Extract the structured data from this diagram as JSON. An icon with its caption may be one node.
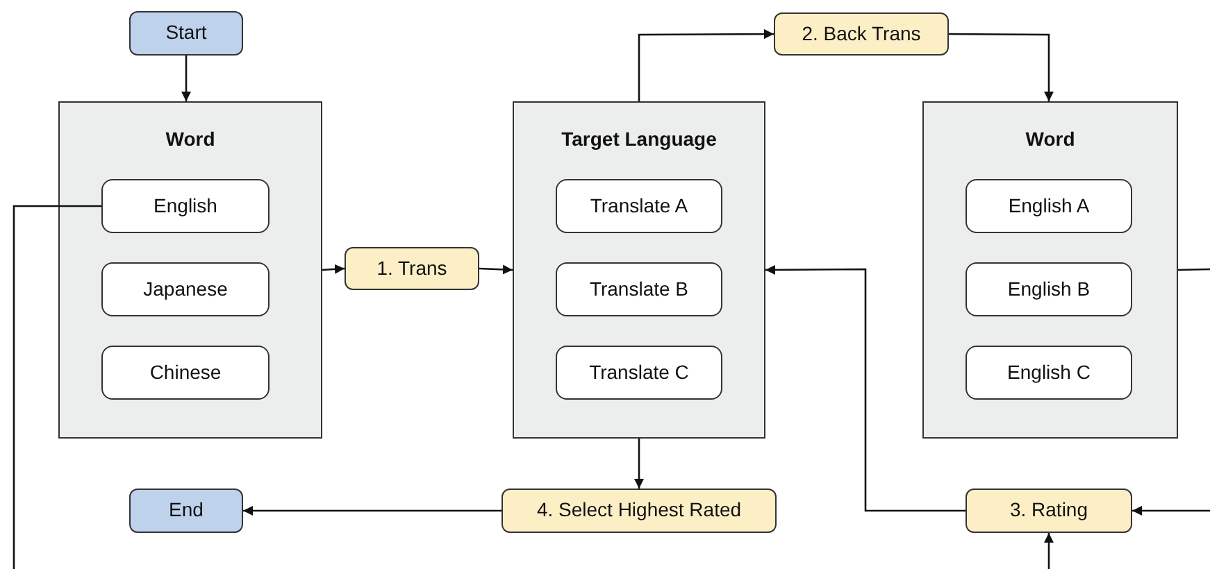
{
  "diagram": {
    "nodes": [
      {
        "text": [
          "Start"
        ]
      },
      {
        "text": [
          "Word"
        ]
      },
      {
        "text": [
          "English"
        ],
        "in": 1
      },
      {
        "text": [
          "Japanese"
        ],
        "in": 1
      },
      {
        "text": [
          "Chinese"
        ],
        "in": 1
      },
      {
        "text": [
          "1. Trans"
        ]
      },
      {
        "text": [
          "Target Language"
        ]
      },
      {
        "text": [
          "Translate A"
        ],
        "in": 6
      },
      {
        "text": [
          "Translate B"
        ],
        "in": 6
      },
      {
        "text": [
          "Translate C"
        ],
        "in": 6
      },
      {
        "text": [
          "2. Back Trans"
        ]
      },
      {
        "text": [
          "Word"
        ]
      },
      {
        "text": [
          "English A"
        ],
        "in": 11
      },
      {
        "text": [
          "English B"
        ],
        "in": 11
      },
      {
        "text": [
          "English C"
        ],
        "in": 11
      },
      {
        "text": [
          "End"
        ]
      },
      {
        "text": [
          "4. Select Highest Rated"
        ]
      },
      {
        "text": [
          "3. Rating"
        ]
      }
    ],
    "edges": [
      {
        "from": 0,
        "to": 1,
        "arrow": "to"
      },
      {
        "from": 1,
        "to": 5,
        "arrow": "to"
      },
      {
        "from": 5,
        "to": 6,
        "arrow": "to"
      },
      {
        "from": 6,
        "to": 10,
        "arrow": "to"
      },
      {
        "from": 10,
        "to": 11,
        "arrow": "to"
      },
      {
        "from": 11,
        "to": null,
        "arrow": "none"
      },
      {
        "from": null,
        "to": 17,
        "arrow": "to"
      },
      {
        "from": null,
        "to": 17,
        "arrow": "to"
      },
      {
        "from": 17,
        "to": 6,
        "arrow": "to"
      },
      {
        "from": 6,
        "to": 16,
        "arrow": "to"
      },
      {
        "from": 16,
        "to": 15,
        "arrow": "to"
      },
      {
        "from": 2,
        "to": null,
        "arrow": "none"
      }
    ]
  }
}
